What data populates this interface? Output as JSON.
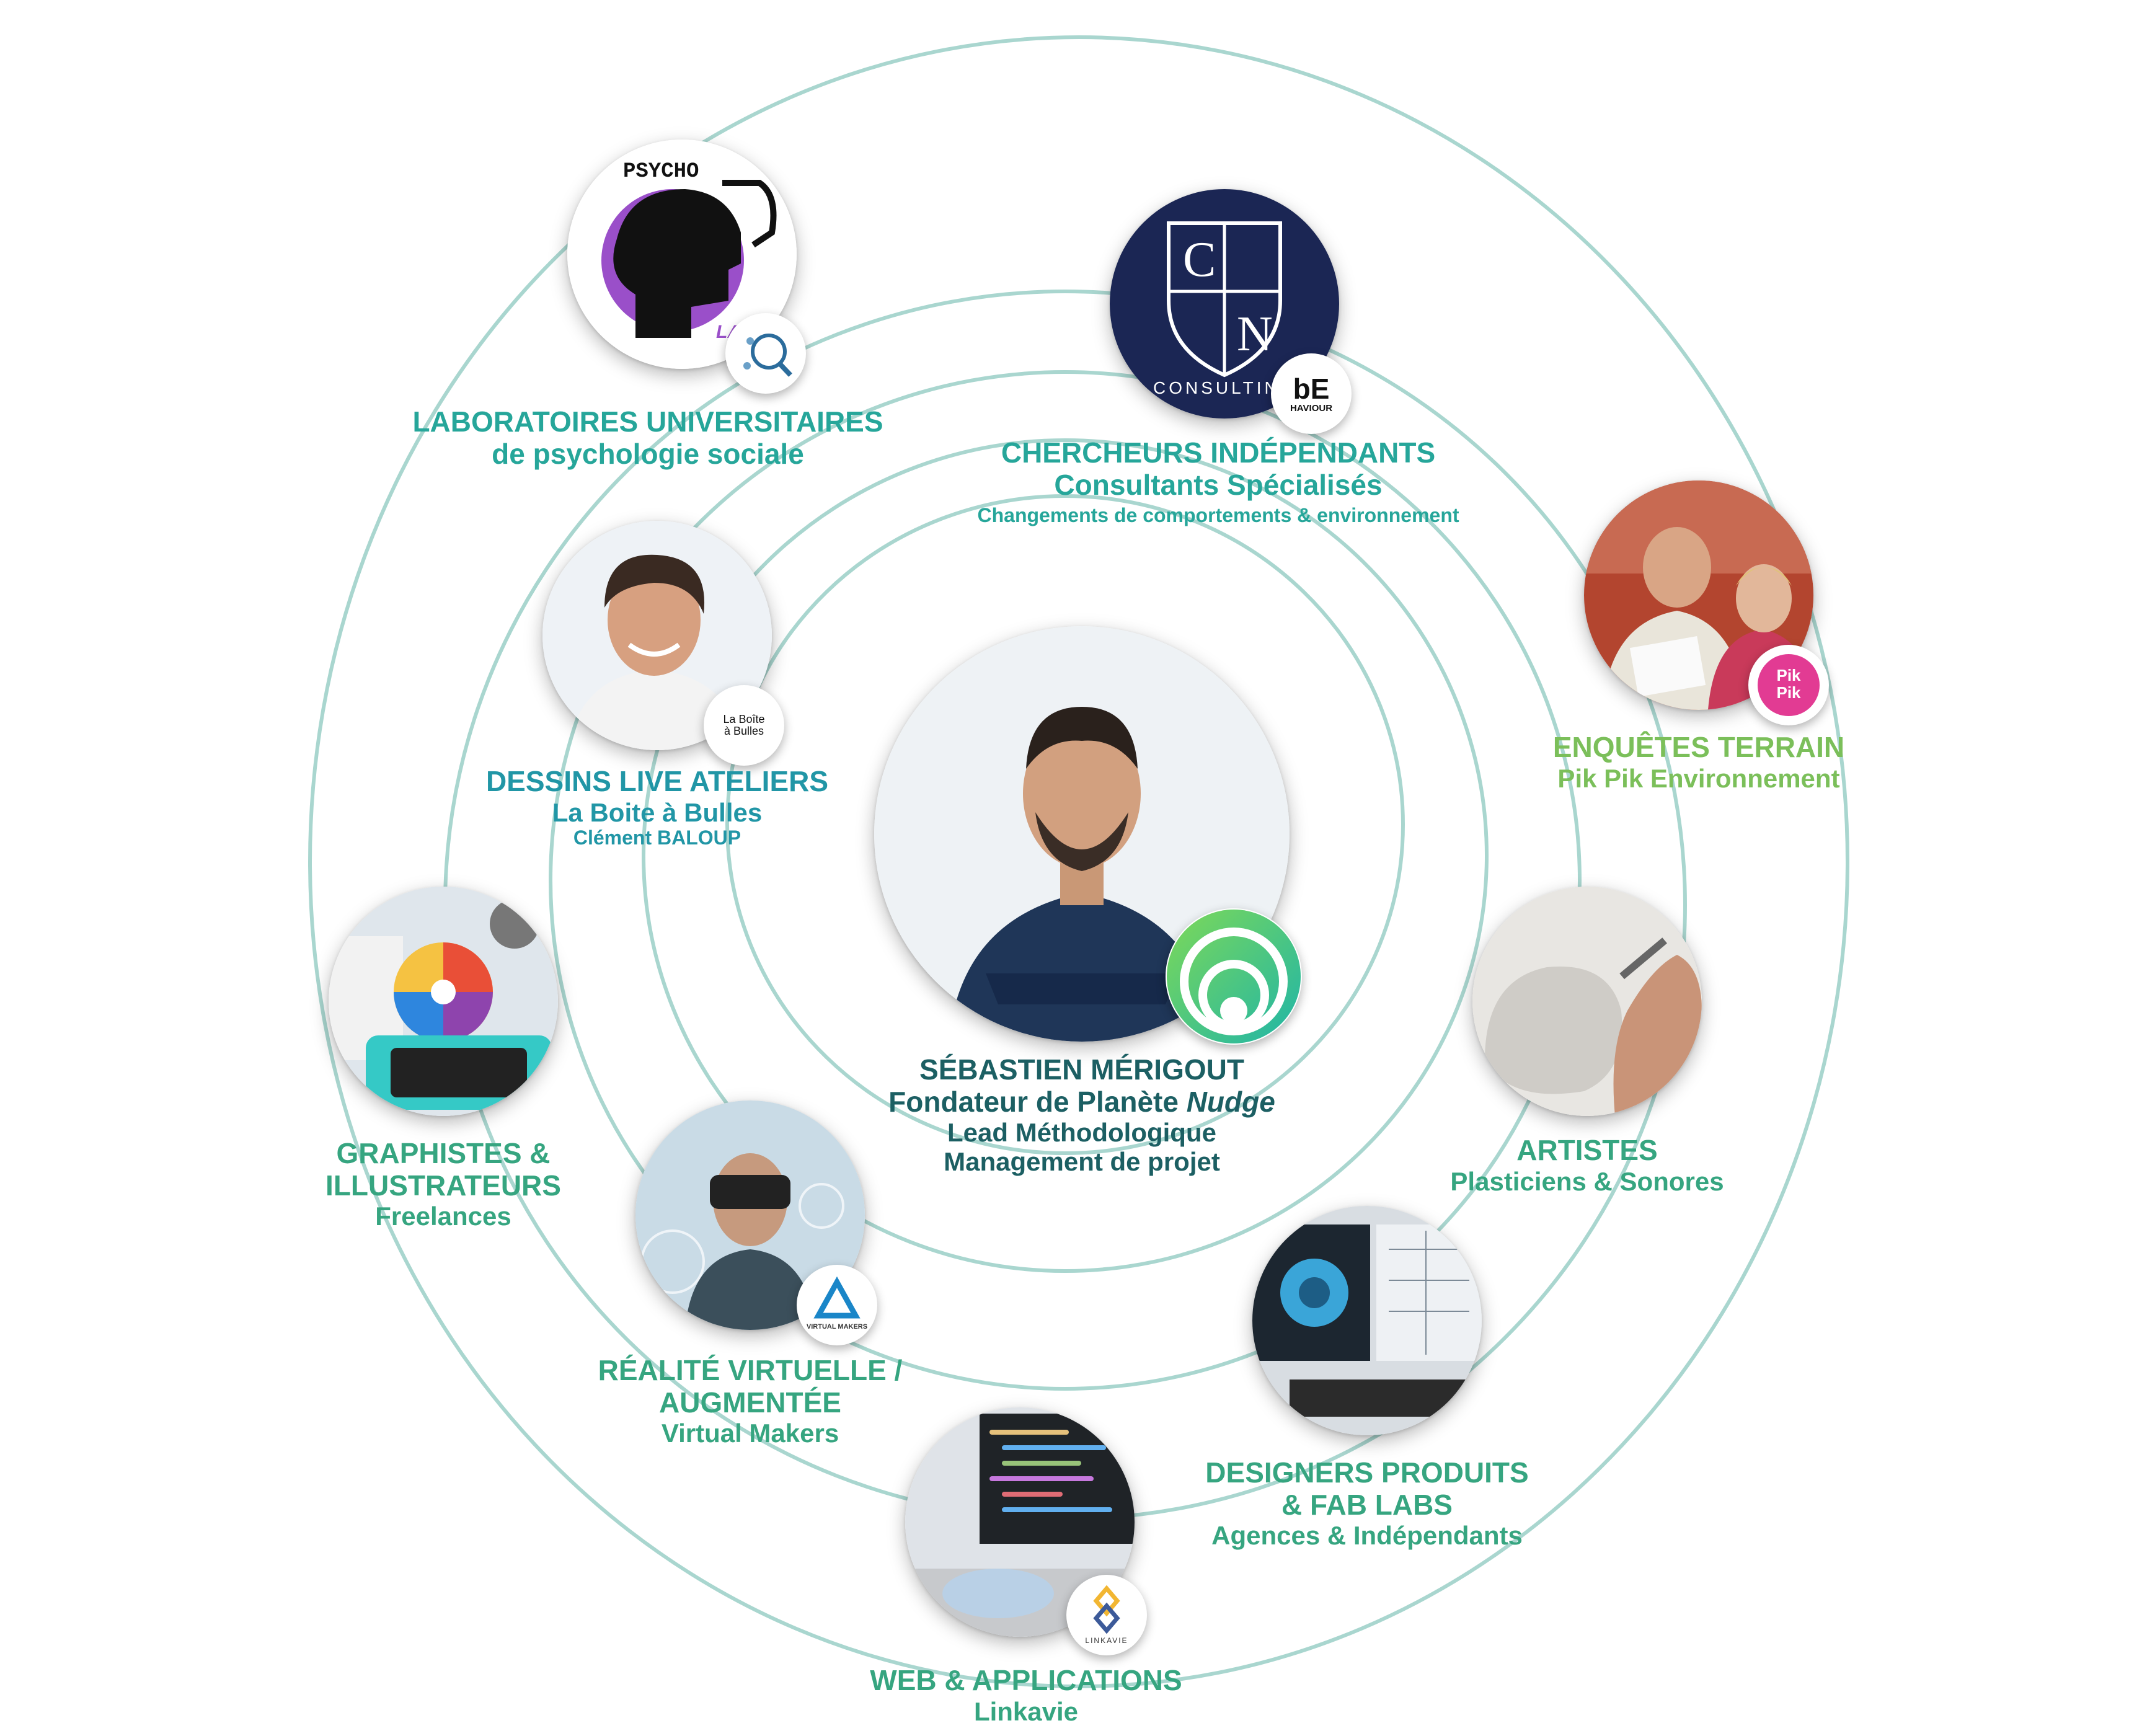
{
  "center": {
    "name": "SÉBASTIEN MÉRIGOUT",
    "role_prefix": "Fondateur de Planète",
    "role_italic": "Nudge",
    "line3": "Lead Méthodologique",
    "line4": "Management de projet"
  },
  "labs": {
    "title": "LABORATOIRES UNIVERSITAIRES",
    "subtitle": "de psychologie sociale",
    "logo_top": "PSYCHO",
    "logo_bottom": "LAB"
  },
  "researchers": {
    "title": "CHERCHEURS INDÉPENDANTS",
    "subtitle": "Consultants Spécialisés",
    "detail": "Changements de comportements & environnement",
    "logo_left": "C",
    "logo_right": "N",
    "logo_text": "CONSULTIN",
    "badge_top": "bE",
    "badge_bottom": "HAVIOUR"
  },
  "surveys": {
    "title": "ENQUÊTES TERRAIN",
    "subtitle": "Pik Pik Environnement",
    "badge_top": "Pik",
    "badge_bottom": "Pik"
  },
  "drawings": {
    "title": "DESSINS LIVE ATELIERS",
    "subtitle": "La Boite à Bulles",
    "detail": "Clément BALOUP",
    "badge_line1": "La Boîte",
    "badge_line2": "à Bulles"
  },
  "graphics": {
    "title1": "GRAPHISTES &",
    "title2": "ILLUSTRATEURS",
    "subtitle": "Freelances"
  },
  "artists": {
    "title": "ARTISTES",
    "subtitle": "Plasticiens & Sonores"
  },
  "vr": {
    "title1": "RÉALITÉ VIRTUELLE /",
    "title2": "AUGMENTÉE",
    "subtitle": "Virtual Makers",
    "badge_text": "VIRTUAL MAKERS"
  },
  "designers": {
    "title1": "DESIGNERS PRODUITS",
    "title2": "& FAB LABS",
    "subtitle": "Agences & Indépendants"
  },
  "web": {
    "title": "WEB & APPLICATIONS",
    "subtitle": "Linkavie",
    "badge_text": "LINKAVIE"
  },
  "colors": {
    "ring": "#a9d6cf",
    "teal": "#26a69a",
    "green": "#7bbf5a",
    "dark": "#1c5f63"
  }
}
